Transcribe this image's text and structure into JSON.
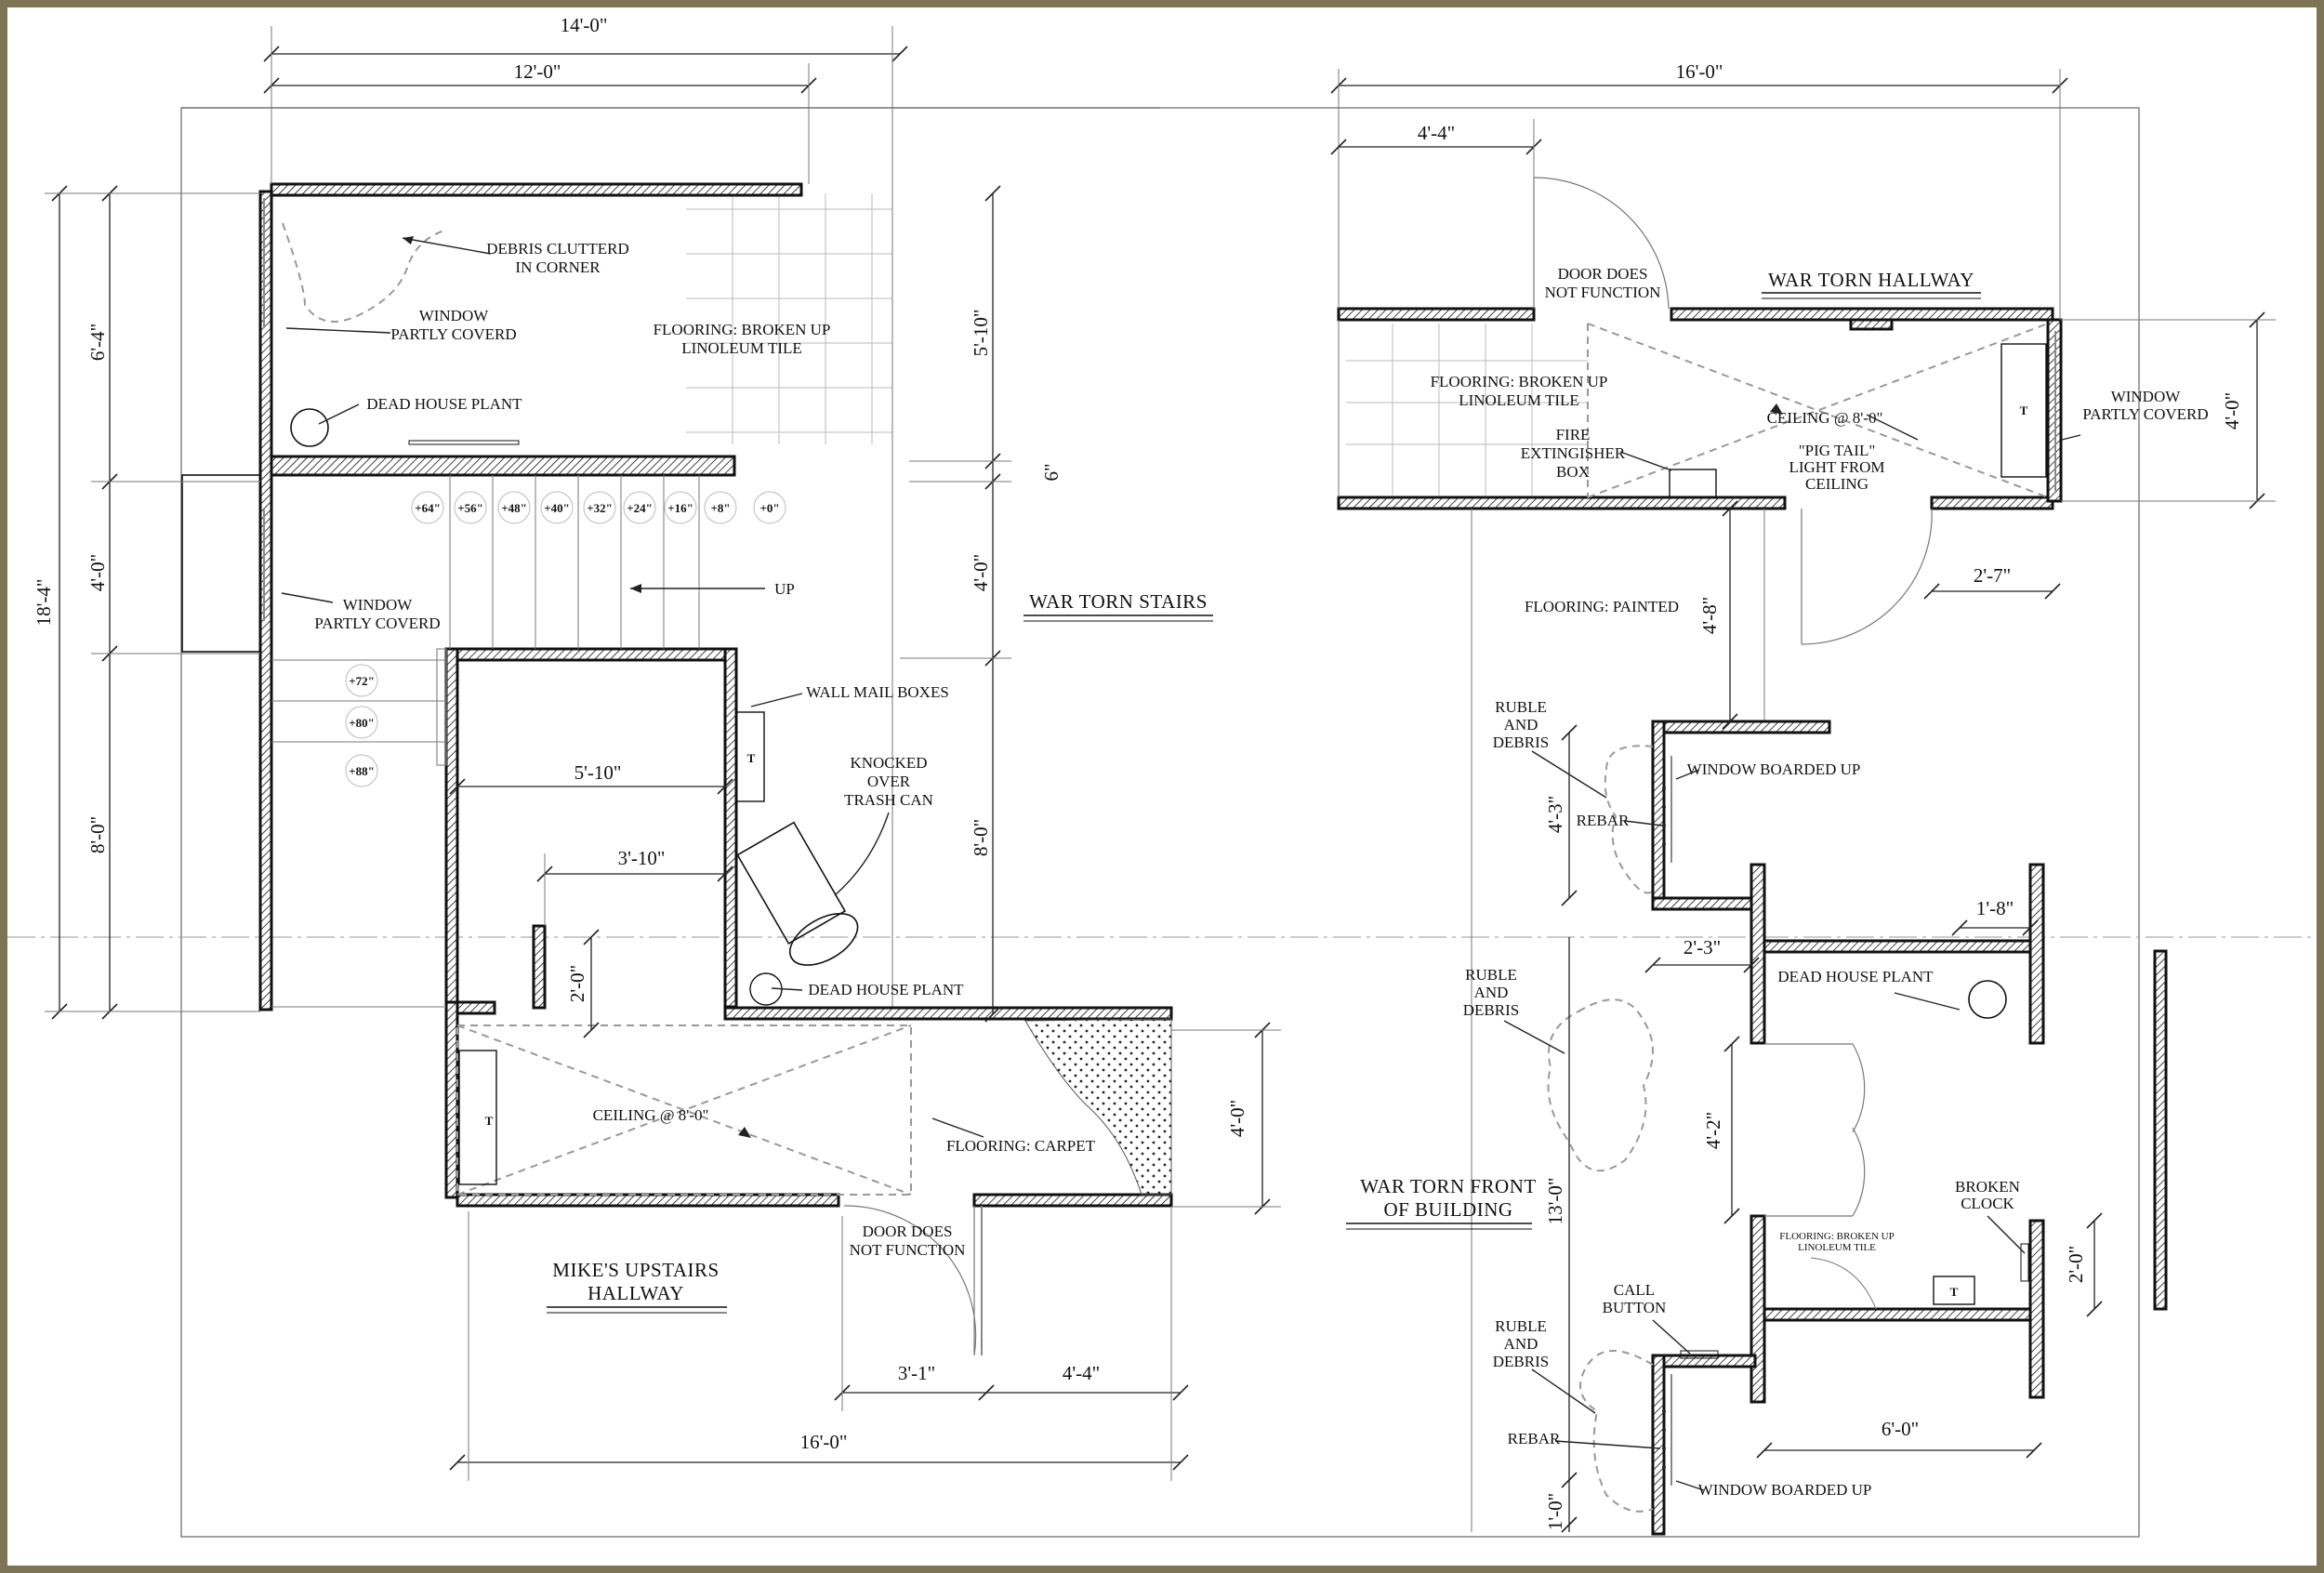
{
  "colors": {
    "frame": "#7d7456",
    "sheet": "#ffffff",
    "line": "#111111"
  },
  "left_plan": {
    "title_stairs": "WAR TORN STAIRS",
    "title_hallway": "MIKE'S UPSTAIRS HALLWAY",
    "labels": {
      "debris": "DEBRIS CLUTTERD IN CORNER",
      "window1": "WINDOW PARTLY COVERD",
      "flooring_linoleum": "FLOORING: BROKEN UP LINOLEUM TILE",
      "plant1": "DEAD HOUSE PLANT",
      "window2": "WINDOW PARTLY COVERD",
      "up": "UP",
      "mailboxes": "WALL MAIL BOXES",
      "trash": "KNOCKED OVER TRASH CAN",
      "plant2": "DEAD HOUSE PLANT",
      "ceiling": "CEILING @ 8'-0\"",
      "carpet": "FLOORING: CARPET",
      "door": "DOOR DOES NOT FUNCTION",
      "t1": "T",
      "t2": "T"
    },
    "stair_marks": [
      "+64\"",
      "+56\"",
      "+48\"",
      "+40\"",
      "+32\"",
      "+24\"",
      "+16\"",
      "+8\"",
      "+0\""
    ],
    "landing_marks": [
      "+72\"",
      "+80\"",
      "+88\""
    ],
    "dims": {
      "d14": "14'-0\"",
      "d12": "12'-0\"",
      "d6_4": "6'-4\"",
      "d18_4": "18'-4\"",
      "d4_0a": "4'-0\"",
      "d8_0a": "8'-0\"",
      "d5_10v": "5'-10\"",
      "d6in": "6\"",
      "d4_0b": "4'-0\"",
      "d8_0b": "8'-0\"",
      "d5_10h": "5'-10\"",
      "d3_10": "3'-10\"",
      "d2_0": "2'-0\"",
      "d4_0c": "4'-0\"",
      "d3_1": "3'-1\"",
      "d4_4": "4'-4\"",
      "d16": "16'-0\""
    }
  },
  "right_plan": {
    "title_hallway": "WAR TORN HALLWAY",
    "title_front": "WAR TORN FRONT OF BUILDING",
    "labels": {
      "door": "DOOR DOES NOT FUNCTION",
      "flooring_linoleum": "FLOORING: BROKEN UP LINOLEUM TILE",
      "ceiling": "CEILING @ 8'-0\"",
      "extinguisher": "FIRE EXTINGISHER BOX",
      "pigtail": "\"PIG TAIL\" LIGHT FROM CEILING",
      "window": "WINDOW PARTLY COVERD",
      "painted": "FLOORING: PAINTED",
      "ruble1": "RUBLE AND DEBRIS",
      "boarded1": "WINDOW BOARDED UP",
      "rebar1": "REBAR",
      "ruble2": "RUBLE AND DEBRIS",
      "plant": "DEAD HOUSE PLANT",
      "clock": "BROKEN CLOCK",
      "small_floor": "FLOORING: BROKEN UP LINOLEUM TILE",
      "call": "CALL BUTTON",
      "ruble3": "RUBLE AND DEBRIS",
      "rebar2": "REBAR",
      "boarded2": "WINDOW BOARDED UP",
      "t1": "T",
      "t2": "T"
    },
    "dims": {
      "d16": "16'-0\"",
      "d4_4": "4'-4\"",
      "d4_0": "4'-0\"",
      "d2_7": "2'-7\"",
      "d4_8": "4'-8\"",
      "d4_3": "4'-3\"",
      "d1_8": "1'-8\"",
      "d2_3": "2'-3\"",
      "d4_2": "4'-2\"",
      "d13": "13'-0\"",
      "d2_0": "2'-0\"",
      "d6_0": "6'-0\"",
      "d1_0": "1'-0\""
    }
  }
}
